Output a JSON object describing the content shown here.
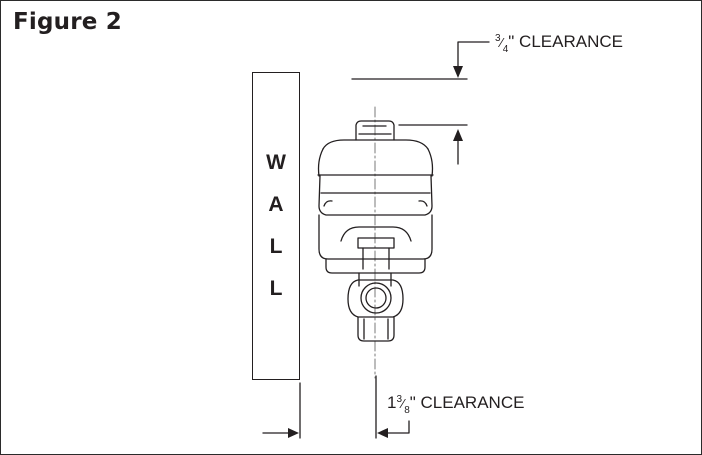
{
  "figure": {
    "title": "Figure 2"
  },
  "wall": {
    "letters": [
      "W",
      "A",
      "L",
      "L"
    ]
  },
  "clearances": {
    "top": {
      "whole": "",
      "num": "3",
      "den": "4",
      "suffix": "\" CLEARANCE"
    },
    "bottom": {
      "whole": "1",
      "num": "3",
      "den": "8",
      "suffix": "\" CLEARANCE"
    }
  },
  "colors": {
    "ink": "#231f20",
    "gray": "#7a7a7a",
    "background": "#ffffff"
  }
}
